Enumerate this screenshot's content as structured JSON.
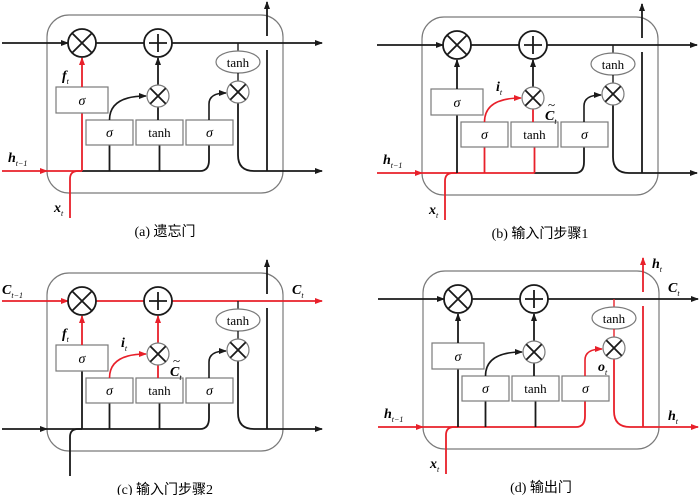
{
  "figure": {
    "title": "LSTM gate operations",
    "colors": {
      "line": "#1a1a1a",
      "highlight": "#e8202a",
      "box": "#7a7a7a",
      "background": "#ffffff"
    },
    "symbols": {
      "sigma": "σ",
      "tanh": "tanh"
    },
    "panels": [
      {
        "id": "a",
        "caption": "(a) 遗忘门",
        "labels": {
          "h_prev": {
            "main": "h",
            "sub": "t−1",
            "visible": true
          },
          "x": {
            "main": "x",
            "sub": "t",
            "visible": true
          },
          "f": {
            "main": "f",
            "sub": "t",
            "visible": true
          },
          "i": {
            "main": "i",
            "sub": "t",
            "visible": false
          },
          "c_tilde": {
            "main": "C",
            "sub": "t",
            "visible": false
          },
          "o": {
            "main": "o",
            "sub": "t",
            "visible": false
          },
          "c_prev": {
            "main": "C",
            "sub": "t−1",
            "visible": false
          },
          "c_out": {
            "main": "C",
            "sub": "t",
            "visible": false
          },
          "h_out_top": {
            "main": "h",
            "sub": "t",
            "visible": false
          },
          "h_out_right": {
            "main": "h",
            "sub": "t",
            "visible": false
          }
        },
        "highlight": [
          "h_in",
          "x_in",
          "forget_path"
        ]
      },
      {
        "id": "b",
        "caption": "(b) 输入门步骤1",
        "labels": {
          "h_prev": {
            "main": "h",
            "sub": "t−1",
            "visible": true
          },
          "x": {
            "main": "x",
            "sub": "t",
            "visible": true
          },
          "f": {
            "main": "f",
            "sub": "t",
            "visible": false
          },
          "i": {
            "main": "i",
            "sub": "t",
            "visible": true
          },
          "c_tilde": {
            "main": "C",
            "sub": "t",
            "visible": true
          },
          "o": {
            "main": "o",
            "sub": "t",
            "visible": false
          },
          "c_prev": {
            "main": "C",
            "sub": "t−1",
            "visible": false
          },
          "c_out": {
            "main": "C",
            "sub": "t",
            "visible": false
          },
          "h_out_top": {
            "main": "h",
            "sub": "t",
            "visible": false
          },
          "h_out_right": {
            "main": "h",
            "sub": "t",
            "visible": false
          }
        },
        "highlight": [
          "h_in",
          "x_in",
          "h_bus_mid",
          "input_path",
          "candidate_path"
        ]
      },
      {
        "id": "c",
        "caption": "(c) 输入门步骤2",
        "labels": {
          "h_prev": {
            "main": "h",
            "sub": "t−1",
            "visible": false
          },
          "x": {
            "main": "x",
            "sub": "t",
            "visible": false
          },
          "f": {
            "main": "f",
            "sub": "t",
            "visible": true
          },
          "i": {
            "main": "i",
            "sub": "t",
            "visible": true
          },
          "c_tilde": {
            "main": "C",
            "sub": "t",
            "visible": true
          },
          "o": {
            "main": "o",
            "sub": "t",
            "visible": false
          },
          "c_prev": {
            "main": "C",
            "sub": "t−1",
            "visible": true
          },
          "c_out": {
            "main": "C",
            "sub": "t",
            "visible": true
          },
          "h_out_top": {
            "main": "h",
            "sub": "t",
            "visible": false
          },
          "h_out_right": {
            "main": "h",
            "sub": "t",
            "visible": false
          }
        },
        "highlight": [
          "cell_state",
          "forget_up",
          "input_arc",
          "candidate_up",
          "mult_to_plus"
        ]
      },
      {
        "id": "d",
        "caption": "(d) 输出门",
        "labels": {
          "h_prev": {
            "main": "h",
            "sub": "t−1",
            "visible": true
          },
          "x": {
            "main": "x",
            "sub": "t",
            "visible": true
          },
          "f": {
            "main": "f",
            "sub": "t",
            "visible": false
          },
          "i": {
            "main": "i",
            "sub": "t",
            "visible": false
          },
          "c_tilde": {
            "main": "C",
            "sub": "t",
            "visible": false
          },
          "o": {
            "main": "o",
            "sub": "t",
            "visible": true
          },
          "c_prev": {
            "main": "C",
            "sub": "t−1",
            "visible": false
          },
          "c_out": {
            "main": "C",
            "sub": "t",
            "visible": true
          },
          "h_out_top": {
            "main": "h",
            "sub": "t",
            "visible": true
          },
          "h_out_right": {
            "main": "h",
            "sub": "t",
            "visible": true
          }
        },
        "highlight": [
          "h_in",
          "x_in",
          "h_bus_full",
          "output_path",
          "tanh_path",
          "h_out"
        ]
      }
    ]
  }
}
